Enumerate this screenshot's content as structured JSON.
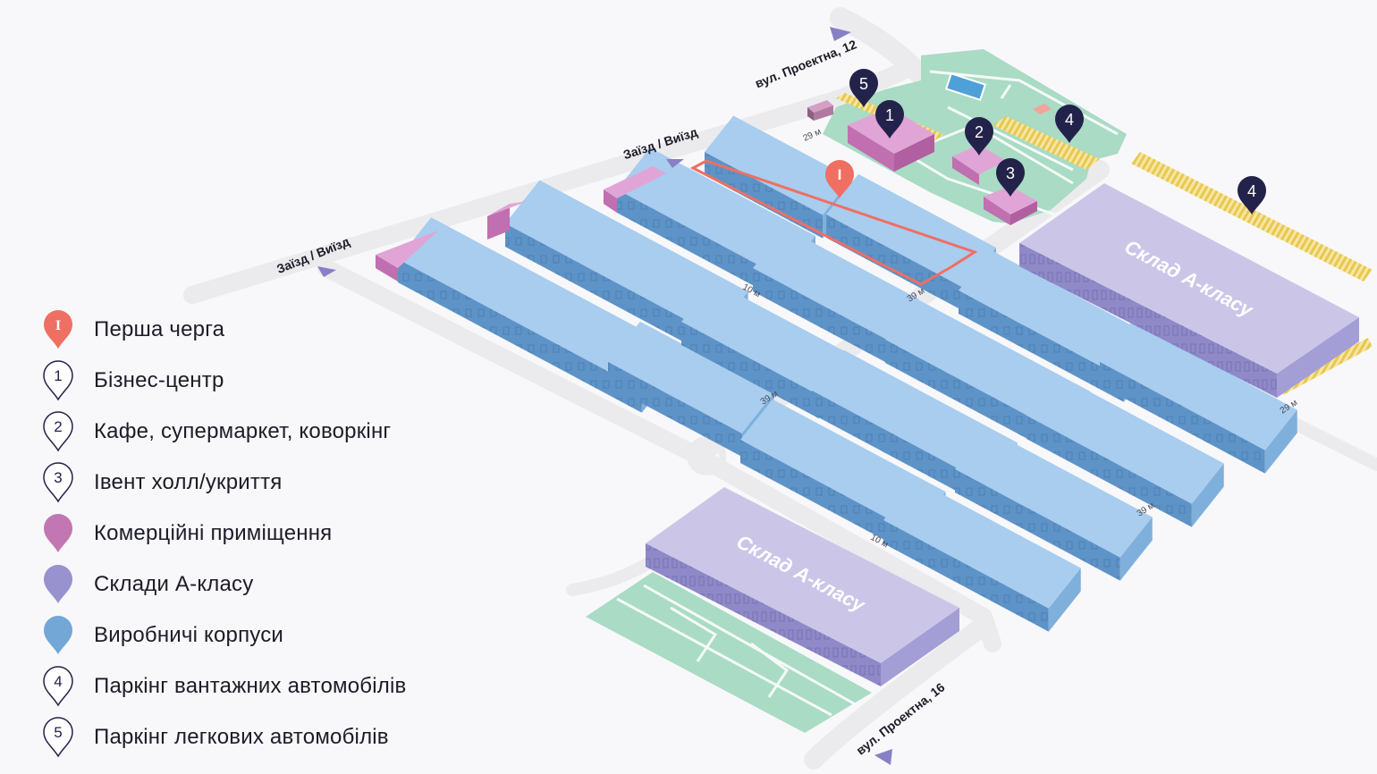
{
  "colors": {
    "first_phase": "#ef6f63",
    "commercial": "#c277b3",
    "warehouse": "#9892cf",
    "production": "#72a7d6",
    "marker_dark": "#23224a",
    "road": "#ececee",
    "green": "#a9dbc5"
  },
  "streets": {
    "top": "вул. Проектна, 12",
    "bottom": "вул. Проектна, 16"
  },
  "entrances": {
    "upper": "Заїзд / Виїзд",
    "left": "Заїзд / Виїзд"
  },
  "warehouse_labels": {
    "right": "Склад А-класу",
    "bottom": "Склад А-класу"
  },
  "dimensions": {
    "d1": "29 м",
    "d2": "10 м",
    "d3": "39 м",
    "d4": "39 м",
    "d5": "29 м",
    "d6": "39 м",
    "d7": "10 м"
  },
  "markers": {
    "first_phase": "I",
    "m5": "5",
    "m1": "1",
    "m2": "2",
    "m3": "3",
    "m4a": "4",
    "m4b": "4"
  },
  "legend": [
    {
      "icon": "first-phase-pin-icon",
      "symbol": "I",
      "label": "Перша черга",
      "style": "filled",
      "color": "#ef6f63"
    },
    {
      "icon": "business-center-pin-icon",
      "symbol": "1",
      "label": "Бізнес-центр",
      "style": "outline",
      "color": "#23224a"
    },
    {
      "icon": "cafe-pin-icon",
      "symbol": "2",
      "label": "Кафе, супермаркет, коворкінг",
      "style": "outline",
      "color": "#23224a"
    },
    {
      "icon": "event-hall-pin-icon",
      "symbol": "3",
      "label": "Івент холл/укриття",
      "style": "outline",
      "color": "#23224a"
    },
    {
      "icon": "commercial-pin-icon",
      "symbol": "",
      "label": "Комерційні приміщення",
      "style": "filled",
      "color": "#c277b3"
    },
    {
      "icon": "warehouse-pin-icon",
      "symbol": "",
      "label": "Склади А-класу",
      "style": "filled",
      "color": "#9892cf"
    },
    {
      "icon": "production-pin-icon",
      "symbol": "",
      "label": "Виробничі корпуси",
      "style": "filled",
      "color": "#72a7d6"
    },
    {
      "icon": "truck-parking-pin-icon",
      "symbol": "4",
      "label": "Паркінг вантажних автомобілів",
      "style": "outline",
      "color": "#23224a"
    },
    {
      "icon": "car-parking-pin-icon",
      "symbol": "5",
      "label": "Паркінг легкових автомобілів",
      "style": "outline",
      "color": "#23224a"
    }
  ]
}
